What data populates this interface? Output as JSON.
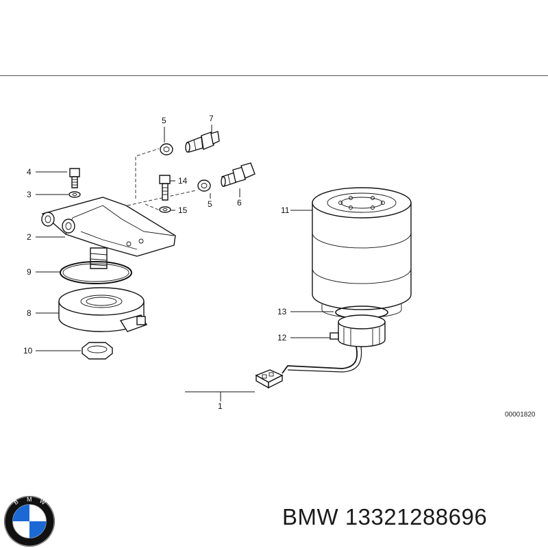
{
  "callouts": {
    "c1": "1",
    "c2": "2",
    "c3": "3",
    "c4": "4",
    "c5a": "5",
    "c5b": "5",
    "c6": "6",
    "c7": "7",
    "c8": "8",
    "c9": "9",
    "c10": "10",
    "c11": "11",
    "c12": "12",
    "c13": "13",
    "c14": "14",
    "c15": "15"
  },
  "drawing_ref": "00001820",
  "footer": {
    "brand": "BMW",
    "part_number": "13321288696"
  },
  "logo": {
    "letters": "BMW",
    "colors": {
      "blue": "#1c69d4",
      "white": "#ffffff",
      "ring": "#111111"
    }
  }
}
